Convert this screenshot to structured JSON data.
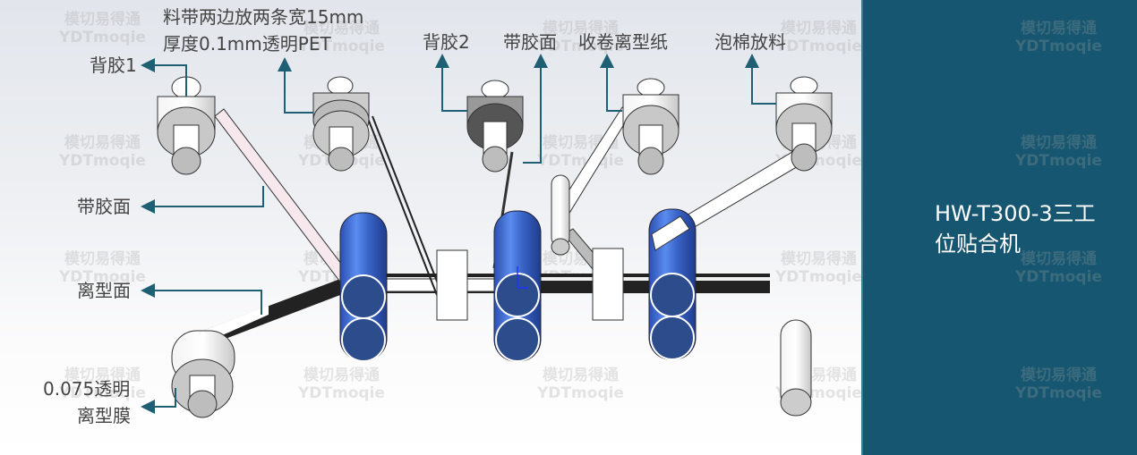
{
  "diagram": {
    "labels": {
      "material_tape": "料带两边放两条宽15mm",
      "material_tape_spec": "厚度0.1mm透明PET",
      "back_adhesive_1": "背胶1",
      "back_adhesive_2": "背胶2",
      "adhesive_side_top": "带胶面",
      "adhesive_side_left": "带胶面",
      "rewind_release_paper": "收卷离型纸",
      "foam_unwind": "泡棉放料",
      "release_side": "离型面",
      "release_film_line1": "0.075透明",
      "release_film_line2": "离型膜"
    },
    "watermark": {
      "line1": "模切易得通",
      "line2": "YDTmoqie"
    }
  },
  "panel": {
    "title": "HW-T300-3三工位贴合机"
  },
  "colors": {
    "panel_bg": "#165670",
    "leader": "#1f5f73",
    "roller_blue": "#3a64c8",
    "label_text": "#444444"
  }
}
